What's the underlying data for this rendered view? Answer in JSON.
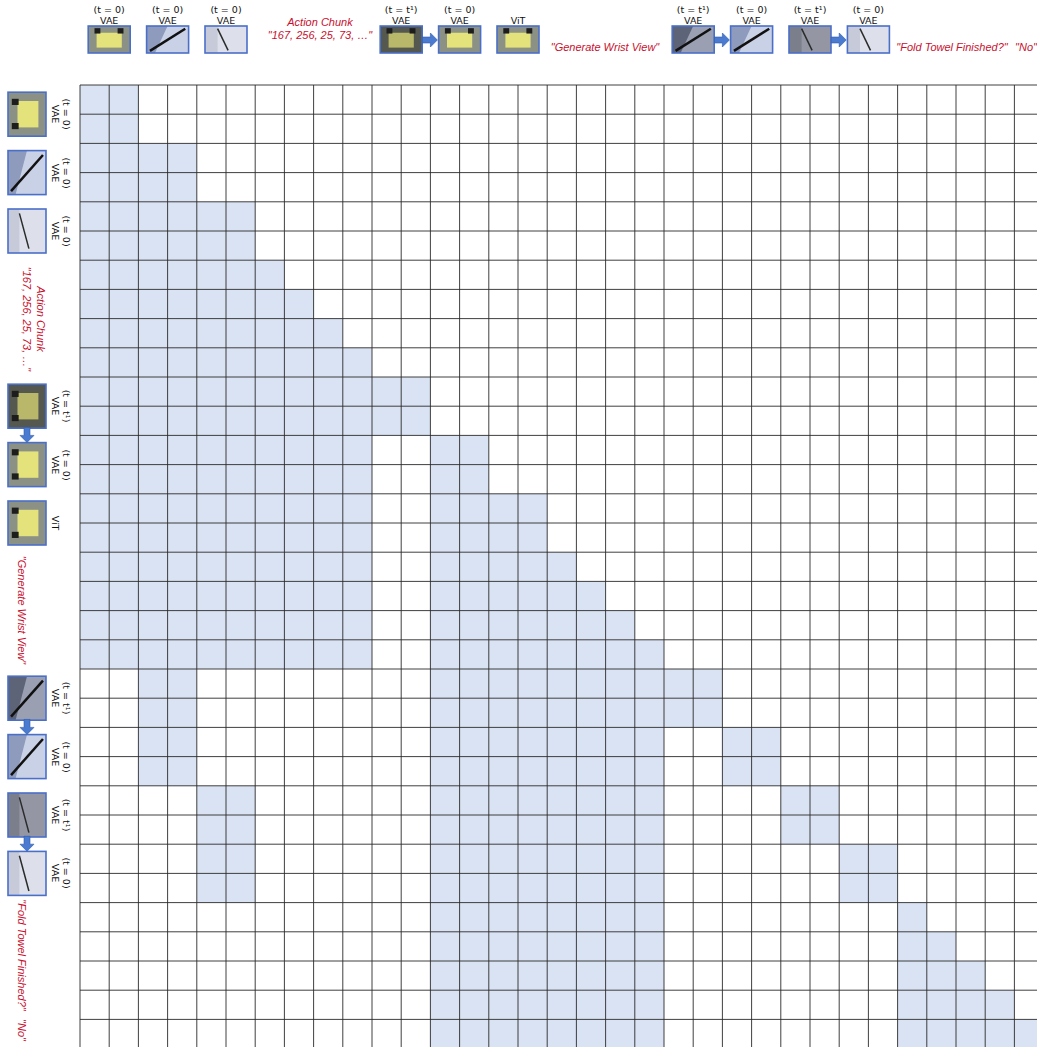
{
  "diagram": {
    "labels": [
      "(t = 0)",
      "VAE",
      "(t = 0)",
      "VAE",
      "(t = 0)",
      "VAE",
      "Action Chunk",
      "\"167, 256, 25, 73, …\"",
      "(t = t¹)",
      "VAE",
      "(t = 0)",
      "VAE",
      "ViT",
      "\"Generate Wrist View\"",
      "(t = t¹)",
      "VAE",
      "(t = 0)",
      "VAE",
      "(t = t¹)",
      "VAE",
      "(t = 0)",
      "VAE",
      "\"Fold Towel Finished?\"",
      "\"No\"",
      "(t = 0)",
      "VAE",
      "(t = 0)",
      "VAE",
      "(t = 0)",
      "VAE",
      "Action Chunk",
      "\"167, 256, 25, 73, …\"",
      "(t = t¹)",
      "VAE",
      "(t = 0)",
      "VAE",
      "ViT",
      "\"Generate Wrist View\"",
      "(t = t¹)",
      "VAE",
      "(t = 0)",
      "VAE",
      "(t = t¹)",
      "VAE",
      "(t = 0)",
      "VAE",
      "\"Fold Towel Finished?\"",
      "\"No\""
    ]
  }
}
